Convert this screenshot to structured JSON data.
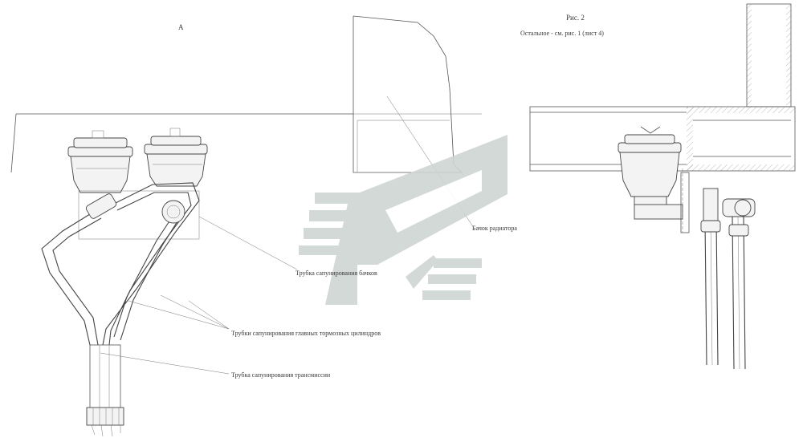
{
  "labels": {
    "view_letter": "А",
    "figure_no": "Рис. 2",
    "figure_note": "Остальное - см. рис. 1 (лист 4)",
    "label_radiator": "Бачок радиатора",
    "label_tanks_tube": "Трубка сапунирования бачков",
    "label_brake_tubes": "Трубки сапунирования главных тормозных цилиндров",
    "label_transmission_tube": "Трубка сапунирования трансмиссии"
  },
  "colors": {
    "line": "#555555",
    "watermark": "#cfd5d2"
  },
  "watermark_icon": "chevron-logo-watermark"
}
